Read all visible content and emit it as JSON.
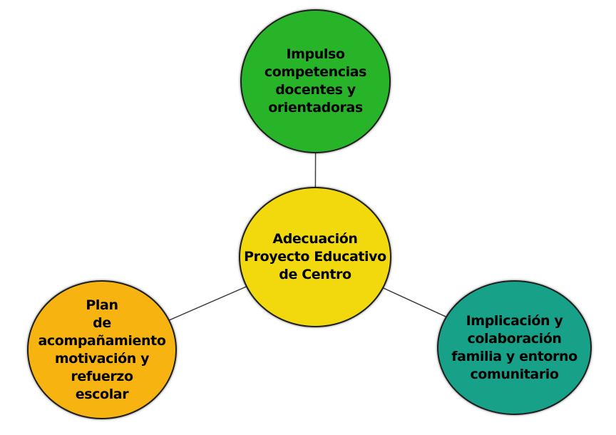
{
  "canvas": {
    "background": "#ffffff",
    "connector_color": "#404040",
    "node_border_color": "#1f1f1f",
    "text_color": "#000000"
  },
  "diagram": {
    "type": "mind-map",
    "nodes": [
      {
        "id": "impulso-competencias",
        "position": "top",
        "color": "#28b428",
        "label": "Impulso\ncompetencias\ndocentes y\norientadoras"
      },
      {
        "id": "adecuacion-proyecto",
        "position": "center",
        "color": "#f1d90d",
        "label": "Adecuación\nProyecto Educativo\nde Centro"
      },
      {
        "id": "plan-acompanamiento",
        "position": "bottom-left",
        "color": "#f7b410",
        "label": "Plan\nde acompañamiento\nmotivación y refuerzo\nescolar"
      },
      {
        "id": "implicacion-colaboracion",
        "position": "bottom-right",
        "color": "#17a189",
        "label": "Implicación y\ncolaboración\nfamilia y entorno\ncomunitario"
      }
    ],
    "edges": [
      {
        "from": "adecuacion-proyecto",
        "to": "impulso-competencias"
      },
      {
        "from": "adecuacion-proyecto",
        "to": "plan-acompanamiento"
      },
      {
        "from": "adecuacion-proyecto",
        "to": "implicacion-colaboracion"
      }
    ]
  }
}
